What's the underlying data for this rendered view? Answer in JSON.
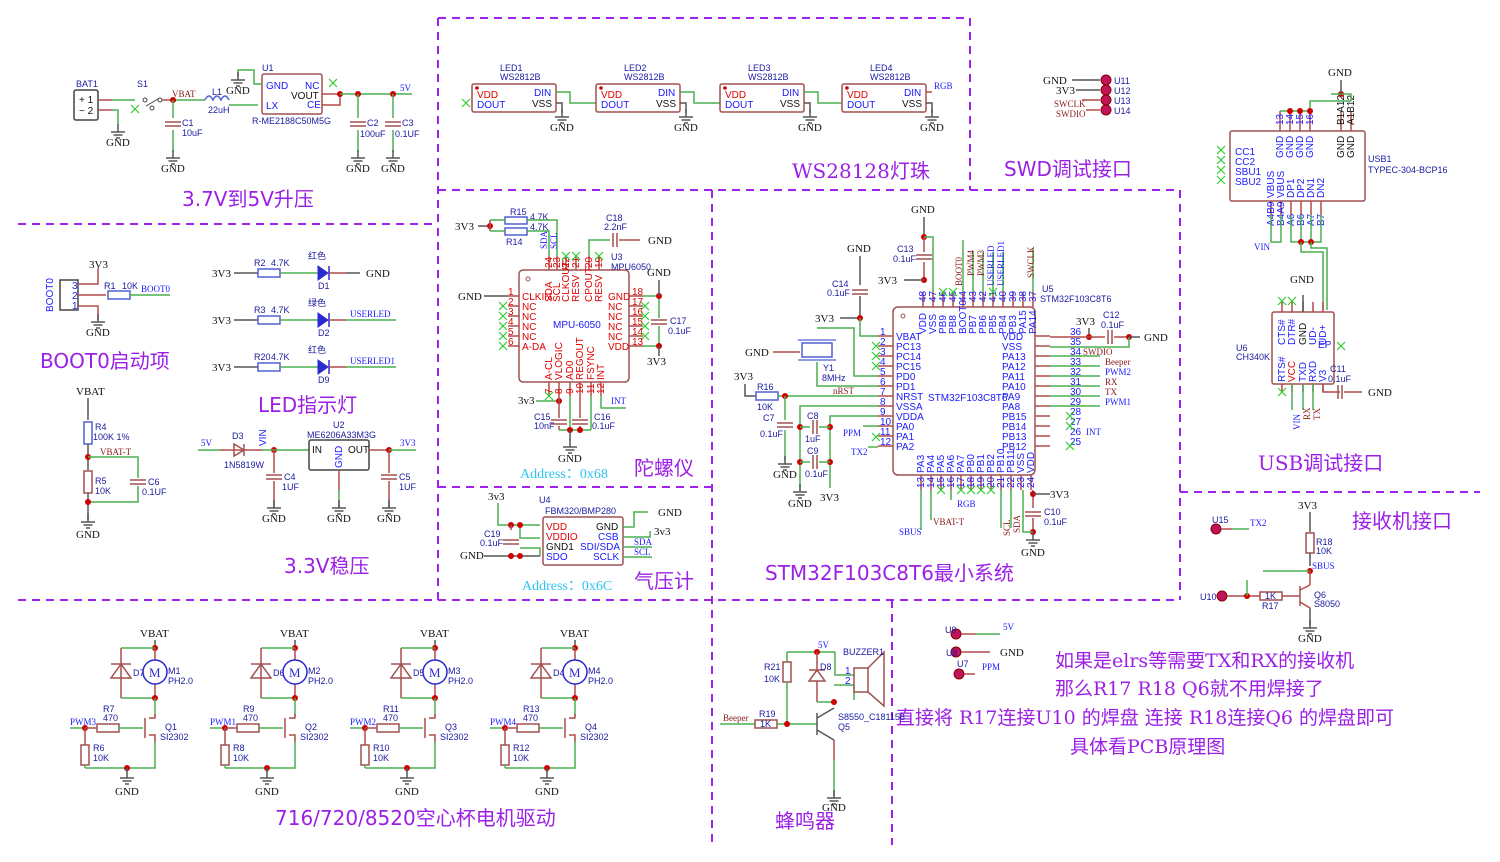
{
  "sections": {
    "boost": "3.7V到5V升压",
    "ws2812": "WS28128灯珠",
    "swd": "SWD调试接口",
    "usb": "USB调试接口",
    "boot0": "BOOT0启动项",
    "led": "LED指示灯",
    "ldo": "3.3V稳压",
    "gyro": "陀螺仪",
    "baro": "气压计",
    "mcu": "STM32F103C8T6最小系统",
    "receiver": "接收机接口",
    "motor": "716/720/8520空心杯电机驱动",
    "buzzer": "蜂鸣器"
  },
  "notes": [
    "如果是elrs等需要TX和RX的接收机",
    "那么R17 R18 Q6就不用焊接了",
    "直接将 R17连接U10 的焊盘 连接 R18连接Q6 的焊盘即可",
    "具体看PCB原理图"
  ],
  "addresses": {
    "gyro": "Address：0x68",
    "baro": "Address：0x6C"
  },
  "nets": {
    "gnd": "GND",
    "v33": "3V3",
    "v33l": "3v3",
    "vbat": "VBAT",
    "v5": "5V",
    "vin": "VIN",
    "boot0": "BOOT0",
    "userled": "USERLED",
    "userled1": "USERLED1",
    "vbatt": "VBAT-T",
    "rgb": "RGB",
    "sda": "SDA",
    "scl": "SCL",
    "int": "INT",
    "nrst": "nRST",
    "ppm": "PPM",
    "tx2": "TX2",
    "sbus": "SBUS",
    "swclk": "SWCLK",
    "swdio": "SWDIO",
    "beeper": "Beeper",
    "pwm1": "PWM1",
    "pwm2": "PWM2",
    "pwm3": "PWM3",
    "pwm4": "PWM4",
    "rx": "RX",
    "tx": "TX"
  },
  "boost": {
    "bat": {
      "ref": "BAT1",
      "p1": "+ 1",
      "p2": "− 2"
    },
    "switch": {
      "ref": "S1"
    },
    "inductor": {
      "ref": "L1",
      "value": "22uH"
    },
    "c1": {
      "ref": "C1",
      "value": "10uF"
    },
    "u1": {
      "ref": "U1",
      "part": "R-ME2188C50M5G",
      "pins": [
        "GND",
        "LX",
        "NC",
        "VOUT",
        "CE"
      ]
    },
    "c2": {
      "ref": "C2",
      "value": "100uF"
    },
    "c3": {
      "ref": "C3",
      "value": "0.1UF"
    }
  },
  "leds": [
    {
      "ref": "LED1",
      "part": "WS2812B"
    },
    {
      "ref": "LED2",
      "part": "WS2812B"
    },
    {
      "ref": "LED3",
      "part": "WS2812B"
    },
    {
      "ref": "LED4",
      "part": "WS2812B"
    }
  ],
  "ws_pins": {
    "vdd": "VDD",
    "dout": "DOUT",
    "din": "DIN",
    "vss": "VSS"
  },
  "swd_pads": [
    "U11",
    "U12",
    "U13",
    "U14"
  ],
  "usb": {
    "ref": "USB1",
    "part": "TYPEC-304-BCP16",
    "left_pins": [
      "CC1",
      "CC2",
      "SBU1",
      "SBU2"
    ],
    "top_pins": [
      "GND",
      "GND",
      "GND",
      "GND",
      "GND",
      "GND"
    ],
    "top_nums": [
      "13",
      "14",
      "15",
      "16",
      "B1A12",
      "A1B12"
    ],
    "bottom_pins": [
      "VBUS",
      "VBUS",
      "DP1",
      "DP2",
      "DN1",
      "DN2"
    ],
    "bottom_nums": [
      "A4B9",
      "B4A9",
      "A6",
      "B6",
      "A7",
      "B7"
    ]
  },
  "ch340": {
    "ref": "U6",
    "part": "CH340K",
    "top_pins": [
      "CTS#",
      "DTR#",
      "GND",
      "UD-",
      "UD+"
    ],
    "bottom_pins": [
      "RTS#",
      "VCC",
      "TXD",
      "RXD",
      "V3"
    ],
    "ep": "EP",
    "c11": {
      "ref": "C11",
      "value": "0.1uF"
    }
  },
  "boot": {
    "ref": "BOOT0",
    "r1": {
      "ref": "R1",
      "value": "10K"
    }
  },
  "led_rows": [
    {
      "r": "R2",
      "rv": "4.7K",
      "d": "D1",
      "color": "红色",
      "net": "GND"
    },
    {
      "r": "R3",
      "rv": "4.7K",
      "d": "D2",
      "color": "绿色",
      "net": "USERLED"
    },
    {
      "r": "R20",
      "rv": "4.7K",
      "d": "D9",
      "color": "红色",
      "net": "USERLED1"
    }
  ],
  "vdiv": {
    "r4": {
      "ref": "R4",
      "value": "100K 1%"
    },
    "r5": {
      "ref": "R5",
      "value": "10K"
    },
    "c6": {
      "ref": "C6",
      "value": "0.1UF"
    }
  },
  "ldo": {
    "d3": {
      "ref": "D3",
      "part": "1N5819W"
    },
    "u2": {
      "ref": "U2",
      "part": "ME6206A33M3G"
    },
    "c4": {
      "ref": "C4",
      "value": "1UF"
    },
    "c5": {
      "ref": "C5",
      "value": "1UF"
    },
    "pins": {
      "in": "IN",
      "out": "OUT",
      "gnd": "GND",
      "vin": "VIN"
    }
  },
  "mpu": {
    "ref": "U3",
    "part": "MPU6050",
    "label": "MPU-6050",
    "left": [
      "CLKIN",
      "NC",
      "NC",
      "NC",
      "NC",
      "A-DA"
    ],
    "right": [
      "GND",
      "NC",
      "NC",
      "NC",
      "NC",
      "VDD"
    ],
    "top": [
      "SDA",
      "SCL",
      "CLKOUT",
      "RESV",
      "CPOUT",
      "RESV"
    ],
    "bottom": [
      "A-CL",
      "VLOGIC",
      "AD0",
      "REGOUT",
      "FSYNC",
      "INT"
    ],
    "r15": {
      "ref": "R15",
      "value": "4.7K"
    },
    "r14": {
      "ref": "R14",
      "value": "4.7K"
    },
    "c18": {
      "ref": "C18",
      "value": "2.2nF"
    },
    "c17": {
      "ref": "C17",
      "value": "0.1uF"
    },
    "c15": {
      "ref": "C15",
      "value": "10nF"
    },
    "c16": {
      "ref": "C16",
      "value": "0.1uF"
    }
  },
  "baro": {
    "ref": "U4",
    "part": "FBM320/BMP280",
    "left": [
      "VDD",
      "VDDIO",
      "GND1",
      "SDO"
    ],
    "right": [
      "GND",
      "CSB",
      "SDI/SDA",
      "SCLK"
    ],
    "c19": {
      "ref": "C19",
      "value": "0.1uF"
    }
  },
  "stm": {
    "ref": "U5",
    "part": "STM32F103C8T6",
    "label": "STM32F103C8T6",
    "left": [
      "VBAT",
      "PC13",
      "PC14",
      "PC15",
      "PD0",
      "PD1",
      "NRST",
      "VSSA",
      "VDDA",
      "PA0",
      "PA1",
      "PA2"
    ],
    "right": [
      "VDD",
      "VSS",
      "PA13",
      "PA12",
      "PA11",
      "PA10",
      "PA9",
      "PA8",
      "PB15",
      "PB14",
      "PB13",
      "PB12"
    ],
    "top": [
      "VDD",
      "VSS",
      "PB9",
      "PB8",
      "BOOT0",
      "PB7",
      "PB6",
      "PB5",
      "PB4",
      "PB3",
      "PA15",
      "PA14"
    ],
    "bottom": [
      "PA3",
      "PA4",
      "PA5",
      "PA6",
      "PA7",
      "PB0",
      "PB1",
      "PB2",
      "PB10",
      "PB11",
      "VSS",
      "VDD"
    ],
    "y1": {
      "ref": "Y1",
      "value": "8MHz"
    },
    "r16": {
      "ref": "R16",
      "value": "10K"
    },
    "c7": {
      "ref": "C7",
      "value": "0.1uF"
    },
    "c8": {
      "ref": "C8",
      "value": "1uF"
    },
    "c9": {
      "ref": "C9",
      "value": "0.1uF"
    },
    "c10": {
      "ref": "C10",
      "value": "0.1uF"
    },
    "c12": {
      "ref": "C12",
      "value": "0.1uF"
    },
    "c13": {
      "ref": "C13",
      "value": "0.1uF"
    },
    "c14": {
      "ref": "C14",
      "value": "0.1uF"
    }
  },
  "receiver": {
    "u15": "U15",
    "u10": "U10",
    "r18": {
      "ref": "R18",
      "value": "10K"
    },
    "r17": {
      "ref": "R17",
      "value": "1K"
    },
    "q6": {
      "ref": "Q6",
      "part": "S8050"
    }
  },
  "misc_pads": {
    "u9": "U9",
    "u8": "U8",
    "u7": "U7"
  },
  "motors": [
    {
      "d": "D7",
      "m": "M1",
      "conn": "PH2.0",
      "r": "R7",
      "rv": "470",
      "q": "Q1",
      "qp": "SI2302",
      "rp": "R6",
      "rpv": "10K",
      "pwm": "PWM3"
    },
    {
      "d": "D6",
      "m": "M2",
      "conn": "PH2.0",
      "r": "R9",
      "rv": "470",
      "q": "Q2",
      "qp": "SI2302",
      "rp": "R8",
      "rpv": "10K",
      "pwm": "PWM1"
    },
    {
      "d": "D5",
      "m": "M3",
      "conn": "PH2.0",
      "r": "R11",
      "rv": "470",
      "q": "Q3",
      "qp": "SI2302",
      "rp": "R10",
      "rpv": "10K",
      "pwm": "PWM2"
    },
    {
      "d": "D4",
      "m": "M4",
      "conn": "PH2.0",
      "r": "R13",
      "rv": "470",
      "q": "Q4",
      "qp": "SI2302",
      "rp": "R12",
      "rpv": "10K",
      "pwm": "PWM4"
    }
  ],
  "buzzer": {
    "ref": "BUZZER1",
    "r21": {
      "ref": "R21",
      "value": "10K"
    },
    "r19": {
      "ref": "R19",
      "value": "1K"
    },
    "d8": "D8",
    "q5": {
      "ref": "Q5",
      "part": "S8550_C181158"
    }
  }
}
